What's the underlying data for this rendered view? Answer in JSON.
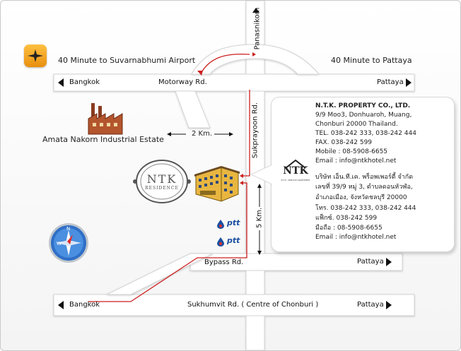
{
  "top_road": {
    "airport_label": "40 Minute to Suvarnabhumi Airport",
    "pattaya_label": "40 Minute to Pattaya"
  },
  "motorway": {
    "west_label": "Bangkok",
    "name_label": "Motorway Rd.",
    "east_label": "Pattaya"
  },
  "panasnikom_label": "Panasnikom",
  "sukprayoon_label": "Sukprayoon Rd.",
  "amata_label": "Amata Nakorn Industrial Estate",
  "distance_2km": "2 Km.",
  "distance_5km": "5 Km.",
  "ptt_label_1": "ptt",
  "ptt_label_2": "ptt",
  "bypass": {
    "name_label": "Bypass Rd.",
    "east_label": "Pattaya"
  },
  "sukhumvit": {
    "west_label": "Bangkok",
    "name_label": "Sukhumvit Rd.  ( Centre of Chonburi )",
    "east_label": "Pattaya"
  },
  "logo": {
    "text": "NTK",
    "subtext": "RESIDENCE"
  },
  "card_logo": {
    "text": "NTK",
    "subtext": "N.T.K. SERVICE APARTMENT"
  },
  "info_en": [
    "N.T.K. PROPERTY CO., LTD.",
    "9/9 Moo3, Donhuaroh, Muang,",
    "Chonburi 20000 Thailand.",
    "TEL. 038-242 333, 038-242 444",
    "FAX. 038-242 599",
    "Mobile : 08-5908-6655",
    "Email : info@ntkhotel.net"
  ],
  "info_th": [
    "บริษัท เอ็น.ที.เค. พร็อพเพอร์ตี้ จำกัด",
    "เลขที่ 39/9 หมู่ 3, ตำบลดอนหัวฬ่อ,",
    "อำเภอเมือง, จังหวัดชลบุรี 20000",
    "โทร. 038-242 333, 038-242 444",
    "แฟ็กซ์. 038-242 599",
    "มือถือ : 08-5908-6655",
    "Email : info@ntkhotel.net"
  ],
  "colors": {
    "road_fill": "#ffffff",
    "road_edge": "#cfcfcf",
    "route": "#cc1f1f",
    "airport_icon": "#f0a020"
  },
  "icons": [
    "airplane-icon",
    "factory-icon",
    "compass-icon",
    "hotel-building-icon",
    "ptt-logo-icon"
  ]
}
